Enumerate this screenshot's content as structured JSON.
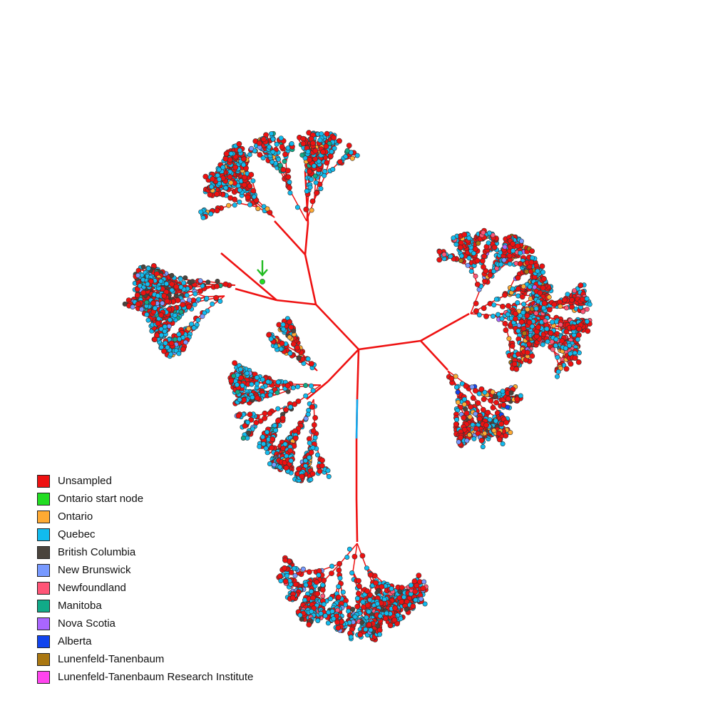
{
  "legend": {
    "items": [
      {
        "label": "Unsampled",
        "color": "#ee1111"
      },
      {
        "label": "Ontario start node",
        "color": "#22dd22"
      },
      {
        "label": "Ontario",
        "color": "#ffaa33"
      },
      {
        "label": "Quebec",
        "color": "#11bbee"
      },
      {
        "label": "British Columbia",
        "color": "#4a443d"
      },
      {
        "label": "New Brunswick",
        "color": "#7799ff"
      },
      {
        "label": "Newfoundland",
        "color": "#ff5577"
      },
      {
        "label": "Manitoba",
        "color": "#11aa88"
      },
      {
        "label": "Nova Scotia",
        "color": "#aa66ff"
      },
      {
        "label": "Alberta",
        "color": "#1144ee"
      },
      {
        "label": "Lunenfeld-Tanenbaum",
        "color": "#aa7711"
      },
      {
        "label": "Lunenfeld-Tanenbaum Research Institute",
        "color": "#ff44ee"
      }
    ]
  },
  "tree": {
    "edge_color": "#ee1111",
    "start_marker_color": "#22bb22",
    "highlight_edge_color": "#11aaee"
  }
}
